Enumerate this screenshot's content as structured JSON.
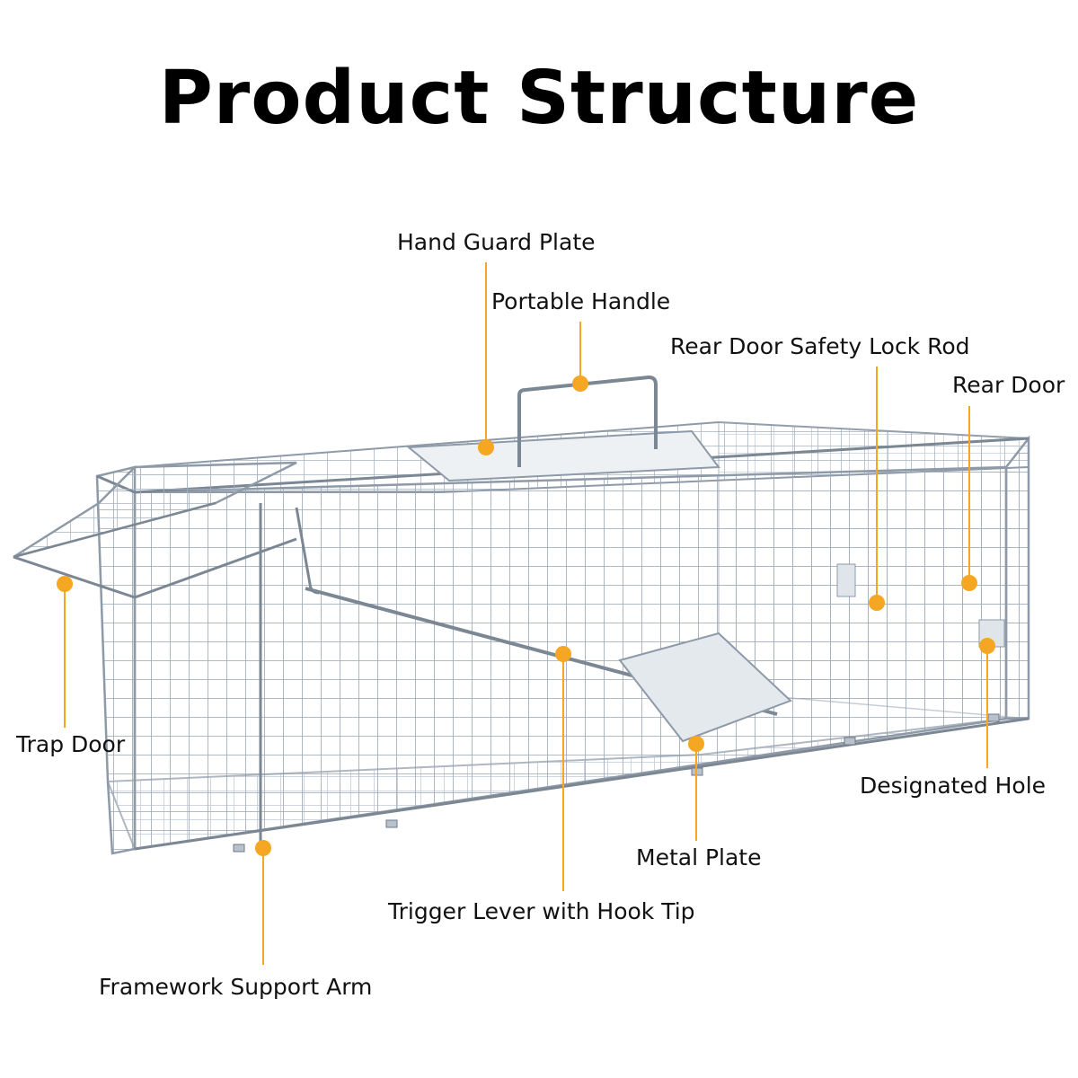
{
  "title": "Product Structure",
  "accent_color": "#F5A623",
  "product_image": "wire-mesh-animal-cage-trap",
  "labels": {
    "hand_guard_plate": "Hand Guard Plate",
    "portable_handle": "Portable Handle",
    "rear_door_safety_lock_rod": "Rear Door Safety Lock Rod",
    "rear_door": "Rear Door",
    "trap_door": "Trap Door",
    "designated_hole": "Designated Hole",
    "metal_plate": "Metal Plate",
    "trigger_lever": "Trigger Lever with Hook Tip",
    "framework_support_arm": "Framework Support Arm"
  }
}
